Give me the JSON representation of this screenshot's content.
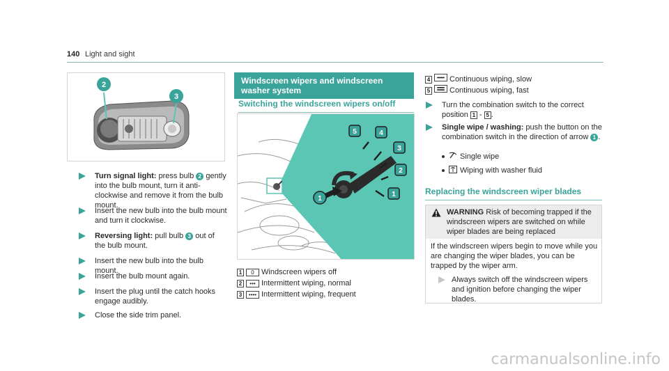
{
  "header": {
    "page_number": "140",
    "section": "Light and sight"
  },
  "left_steps": [
    {
      "bold": "Turn signal light:",
      "pre": " press bulb ",
      "badge": "2",
      "post": " gently into the bulb mount, turn it anti-clockwise and remove it from the bulb mount."
    },
    {
      "text": "Insert the new bulb into the bulb mount and turn it clockwise."
    },
    {
      "bold": "Reversing light:",
      "pre": " pull bulb ",
      "badge": "3",
      "post": " out of the bulb mount."
    },
    {
      "text": "Insert the new bulb into the bulb mount."
    },
    {
      "text": "Insert the bulb mount again."
    },
    {
      "text": "Insert the plug until the catch hooks engage audibly."
    },
    {
      "text": "Close the side trim panel."
    }
  ],
  "lamp_figure": {
    "callouts": [
      "2",
      "3"
    ]
  },
  "wiper_section": {
    "title": "Windscreen wipers and windscreen washer system",
    "subheading": "Switching the windscreen wipers on/off",
    "figure_callouts": [
      "5",
      "4",
      "3",
      "2",
      "1",
      "1"
    ],
    "legend": [
      {
        "num": "1",
        "symbol": "0",
        "label": "Windscreen wipers off"
      },
      {
        "num": "2",
        "symbol": "•••",
        "label": "Intermittent wiping, normal"
      },
      {
        "num": "3",
        "symbol": "••••",
        "label": "Intermittent wiping, frequent"
      }
    ]
  },
  "right_column": {
    "legend": [
      {
        "num": "4",
        "label": "Continuous wiping, slow"
      },
      {
        "num": "5",
        "label": "Continuous wiping, fast"
      }
    ],
    "step1": {
      "pre": "Turn the combination switch to the correct position ",
      "n1": "1",
      "dash": " - ",
      "n2": "5",
      "post": "."
    },
    "step2": {
      "bold": "Single wipe / washing:",
      "pre": " push the button on the combination switch in the direction of arrow ",
      "badge": "1",
      "post": "."
    },
    "bullets": [
      "Single wipe",
      "Wiping with washer fluid"
    ],
    "replace_heading": "Replacing the windscreen wiper blades",
    "warning": {
      "label": "WARNING",
      "title": " Risk of becoming trapped if the windscreen wipers are switched on while wiper blades are being replaced",
      "body": "If the windscreen wipers begin to move while you are changing the wiper blades, you can be trapped by the wiper arm.",
      "step": "Always switch off the windscreen wipers and ignition before changing the wiper blades."
    }
  },
  "watermark": "carmanualsonline.info",
  "colors": {
    "accent": "#3aa49a",
    "accent_light": "#5bc6b4",
    "warning_bg": "#ececec"
  }
}
